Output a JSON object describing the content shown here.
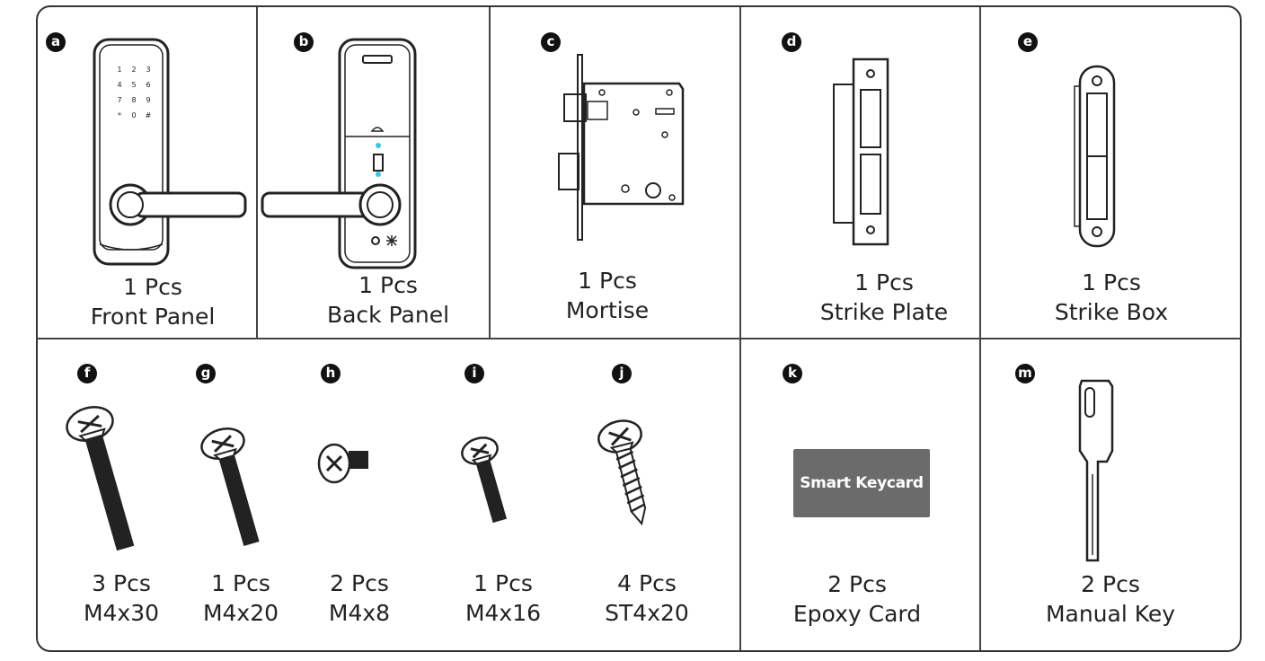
{
  "items": [
    {
      "id": "a",
      "qty": "1 Pcs",
      "name": "Front Panel"
    },
    {
      "id": "b",
      "qty": "1 Pcs",
      "name": "Back Panel"
    },
    {
      "id": "c",
      "qty": "1 Pcs",
      "name": "Mortise"
    },
    {
      "id": "d",
      "qty": "1 Pcs",
      "name": "Strike Plate"
    },
    {
      "id": "e",
      "qty": "1 Pcs",
      "name": "Strike Box"
    },
    {
      "id": "f",
      "qty": "3 Pcs",
      "name": "M4x30"
    },
    {
      "id": "g",
      "qty": "1 Pcs",
      "name": "M4x20"
    },
    {
      "id": "h",
      "qty": "2 Pcs",
      "name": "M4x8"
    },
    {
      "id": "i",
      "qty": "1 Pcs",
      "name": "M4x16"
    },
    {
      "id": "j",
      "qty": "4 Pcs",
      "name": "ST4x20"
    },
    {
      "id": "k",
      "qty": "2 Pcs",
      "name": "Epoxy Card"
    },
    {
      "id": "m",
      "qty": "2 Pcs",
      "name": "Manual Key"
    }
  ],
  "keypad_keys": [
    "1",
    "2",
    "3",
    "4",
    "5",
    "6",
    "7",
    "8",
    "9",
    "*",
    "0",
    "#"
  ],
  "keycard_label": "Smart Keycard",
  "colors": {
    "outline": "#222222",
    "card": "#6b6b6b",
    "indicator": "#39c6e0"
  }
}
